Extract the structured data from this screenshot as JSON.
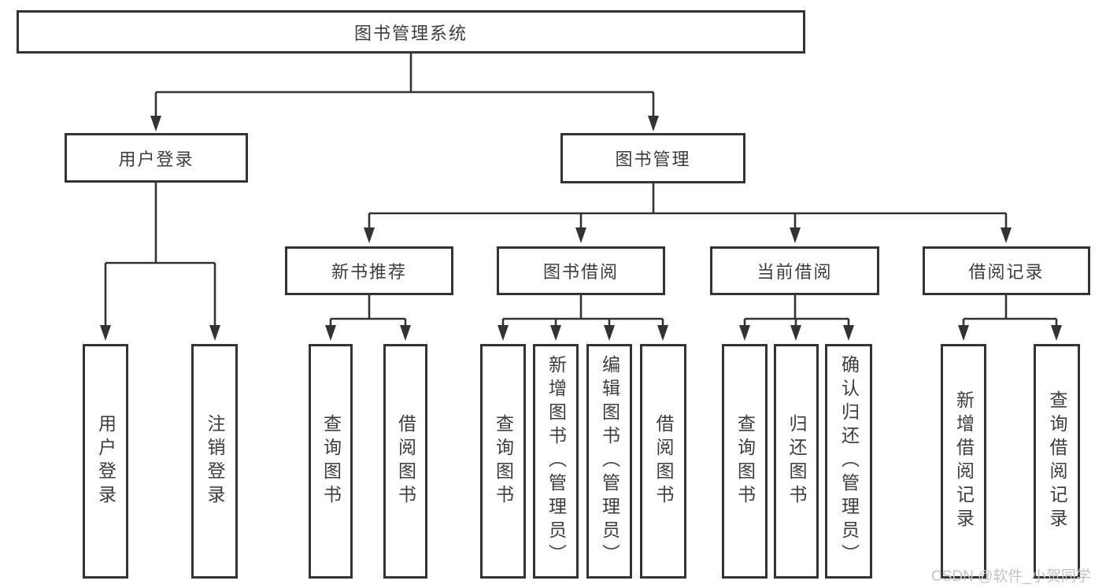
{
  "diagram": {
    "title": "图书管理系统",
    "level2": [
      "用户登录",
      "图书管理"
    ],
    "level3": [
      "新书推荐",
      "图书借阅",
      "当前借阅",
      "借阅记录"
    ],
    "leaves": [
      "用户登录",
      "注销登录",
      "查询图书",
      "借阅图书",
      "查询图书",
      "新增图书（管理员）",
      "编辑图书（管理员）",
      "借阅图书",
      "查询图书",
      "归还图书",
      "确认归还（管理员）",
      "新增借阅记录",
      "查询借阅记录"
    ]
  },
  "watermark": "CSDN @软件_小贺同学",
  "colors": {
    "line": "#333333",
    "text": "#3d3d3d",
    "box_background": "#ffffff",
    "watermark": "#c3c3c3"
  }
}
